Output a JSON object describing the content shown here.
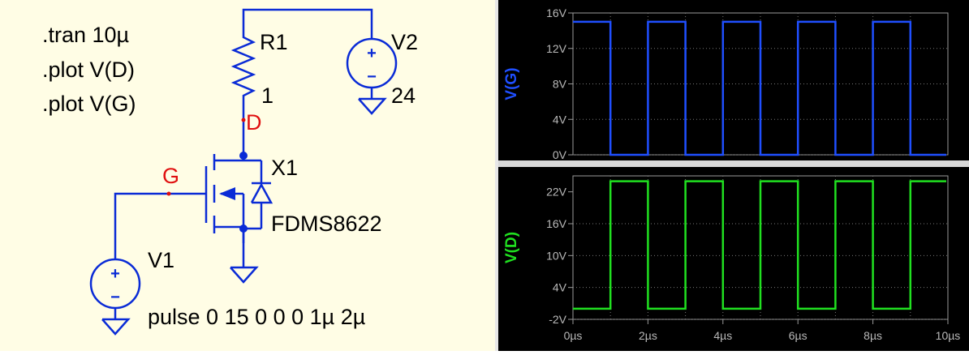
{
  "schematic": {
    "directives": [
      ".tran 10µ",
      ".plot V(D)",
      ".plot V(G)"
    ],
    "r1": {
      "name": "R1",
      "value": "1"
    },
    "v2": {
      "name": "V2",
      "value": "24"
    },
    "x1": {
      "name": "X1",
      "model": "FDMS8622"
    },
    "v1": {
      "name": "V1",
      "value": "pulse 0 15 0 0 0 1µ 2µ"
    },
    "nets": {
      "drain": "D",
      "gate": "G"
    },
    "source_symbols": {
      "plus": "+",
      "minus": "−"
    }
  },
  "colors": {
    "wire": "#0a2bd6",
    "net_label": "#e01010",
    "schematic_bg": "#fffde5",
    "plot_bg": "#000000",
    "grid": "#9a9a9a",
    "vg_trace": "#1f4fff",
    "vd_trace": "#20e020"
  },
  "chart_data": [
    {
      "type": "line",
      "ylabel": "V(G)",
      "ylim": [
        0,
        16
      ],
      "yticks": [
        "16V",
        "12V",
        "8V",
        "4V",
        "0V"
      ],
      "ytick_values": [
        16,
        12,
        8,
        4,
        0
      ],
      "xlim": [
        0,
        10
      ],
      "grid": true,
      "series": [
        {
          "name": "V(G)",
          "x": [
            "0µs",
            "1µs",
            "1µs",
            "2µs",
            "2µs",
            "3µs",
            "3µs",
            "4µs",
            "4µs",
            "5µs",
            "5µs",
            "6µs",
            "6µs",
            "7µs",
            "7µs",
            "8µs",
            "8µs",
            "9µs",
            "9µs",
            "10µs"
          ],
          "x_values": [
            0,
            1,
            1,
            2,
            2,
            3,
            3,
            4,
            4,
            5,
            5,
            6,
            6,
            7,
            7,
            8,
            8,
            9,
            9,
            10
          ],
          "values": [
            15,
            15,
            0,
            0,
            15,
            15,
            0,
            0,
            15,
            15,
            0,
            0,
            15,
            15,
            0,
            0,
            15,
            15,
            0,
            0
          ]
        }
      ]
    },
    {
      "type": "line",
      "ylabel": "V(D)",
      "xlabel_ticks": [
        "0µs",
        "2µs",
        "4µs",
        "6µs",
        "8µs",
        "10µs"
      ],
      "xtick_values": [
        0,
        2,
        4,
        6,
        8,
        10
      ],
      "ylim": [
        -2,
        25
      ],
      "yticks": [
        "22V",
        "16V",
        "10V",
        "4V",
        "-2V"
      ],
      "ytick_values": [
        22,
        16,
        10,
        4,
        -2
      ],
      "xlim": [
        0,
        10
      ],
      "grid": true,
      "series": [
        {
          "name": "V(D)",
          "x_values": [
            0,
            1,
            1,
            2,
            2,
            3,
            3,
            4,
            4,
            5,
            5,
            6,
            6,
            7,
            7,
            8,
            8,
            9,
            9,
            10
          ],
          "values": [
            0,
            0,
            24,
            24,
            0,
            0,
            24,
            24,
            0,
            0,
            24,
            24,
            0,
            0,
            24,
            24,
            0,
            0,
            24,
            24
          ]
        }
      ]
    }
  ]
}
